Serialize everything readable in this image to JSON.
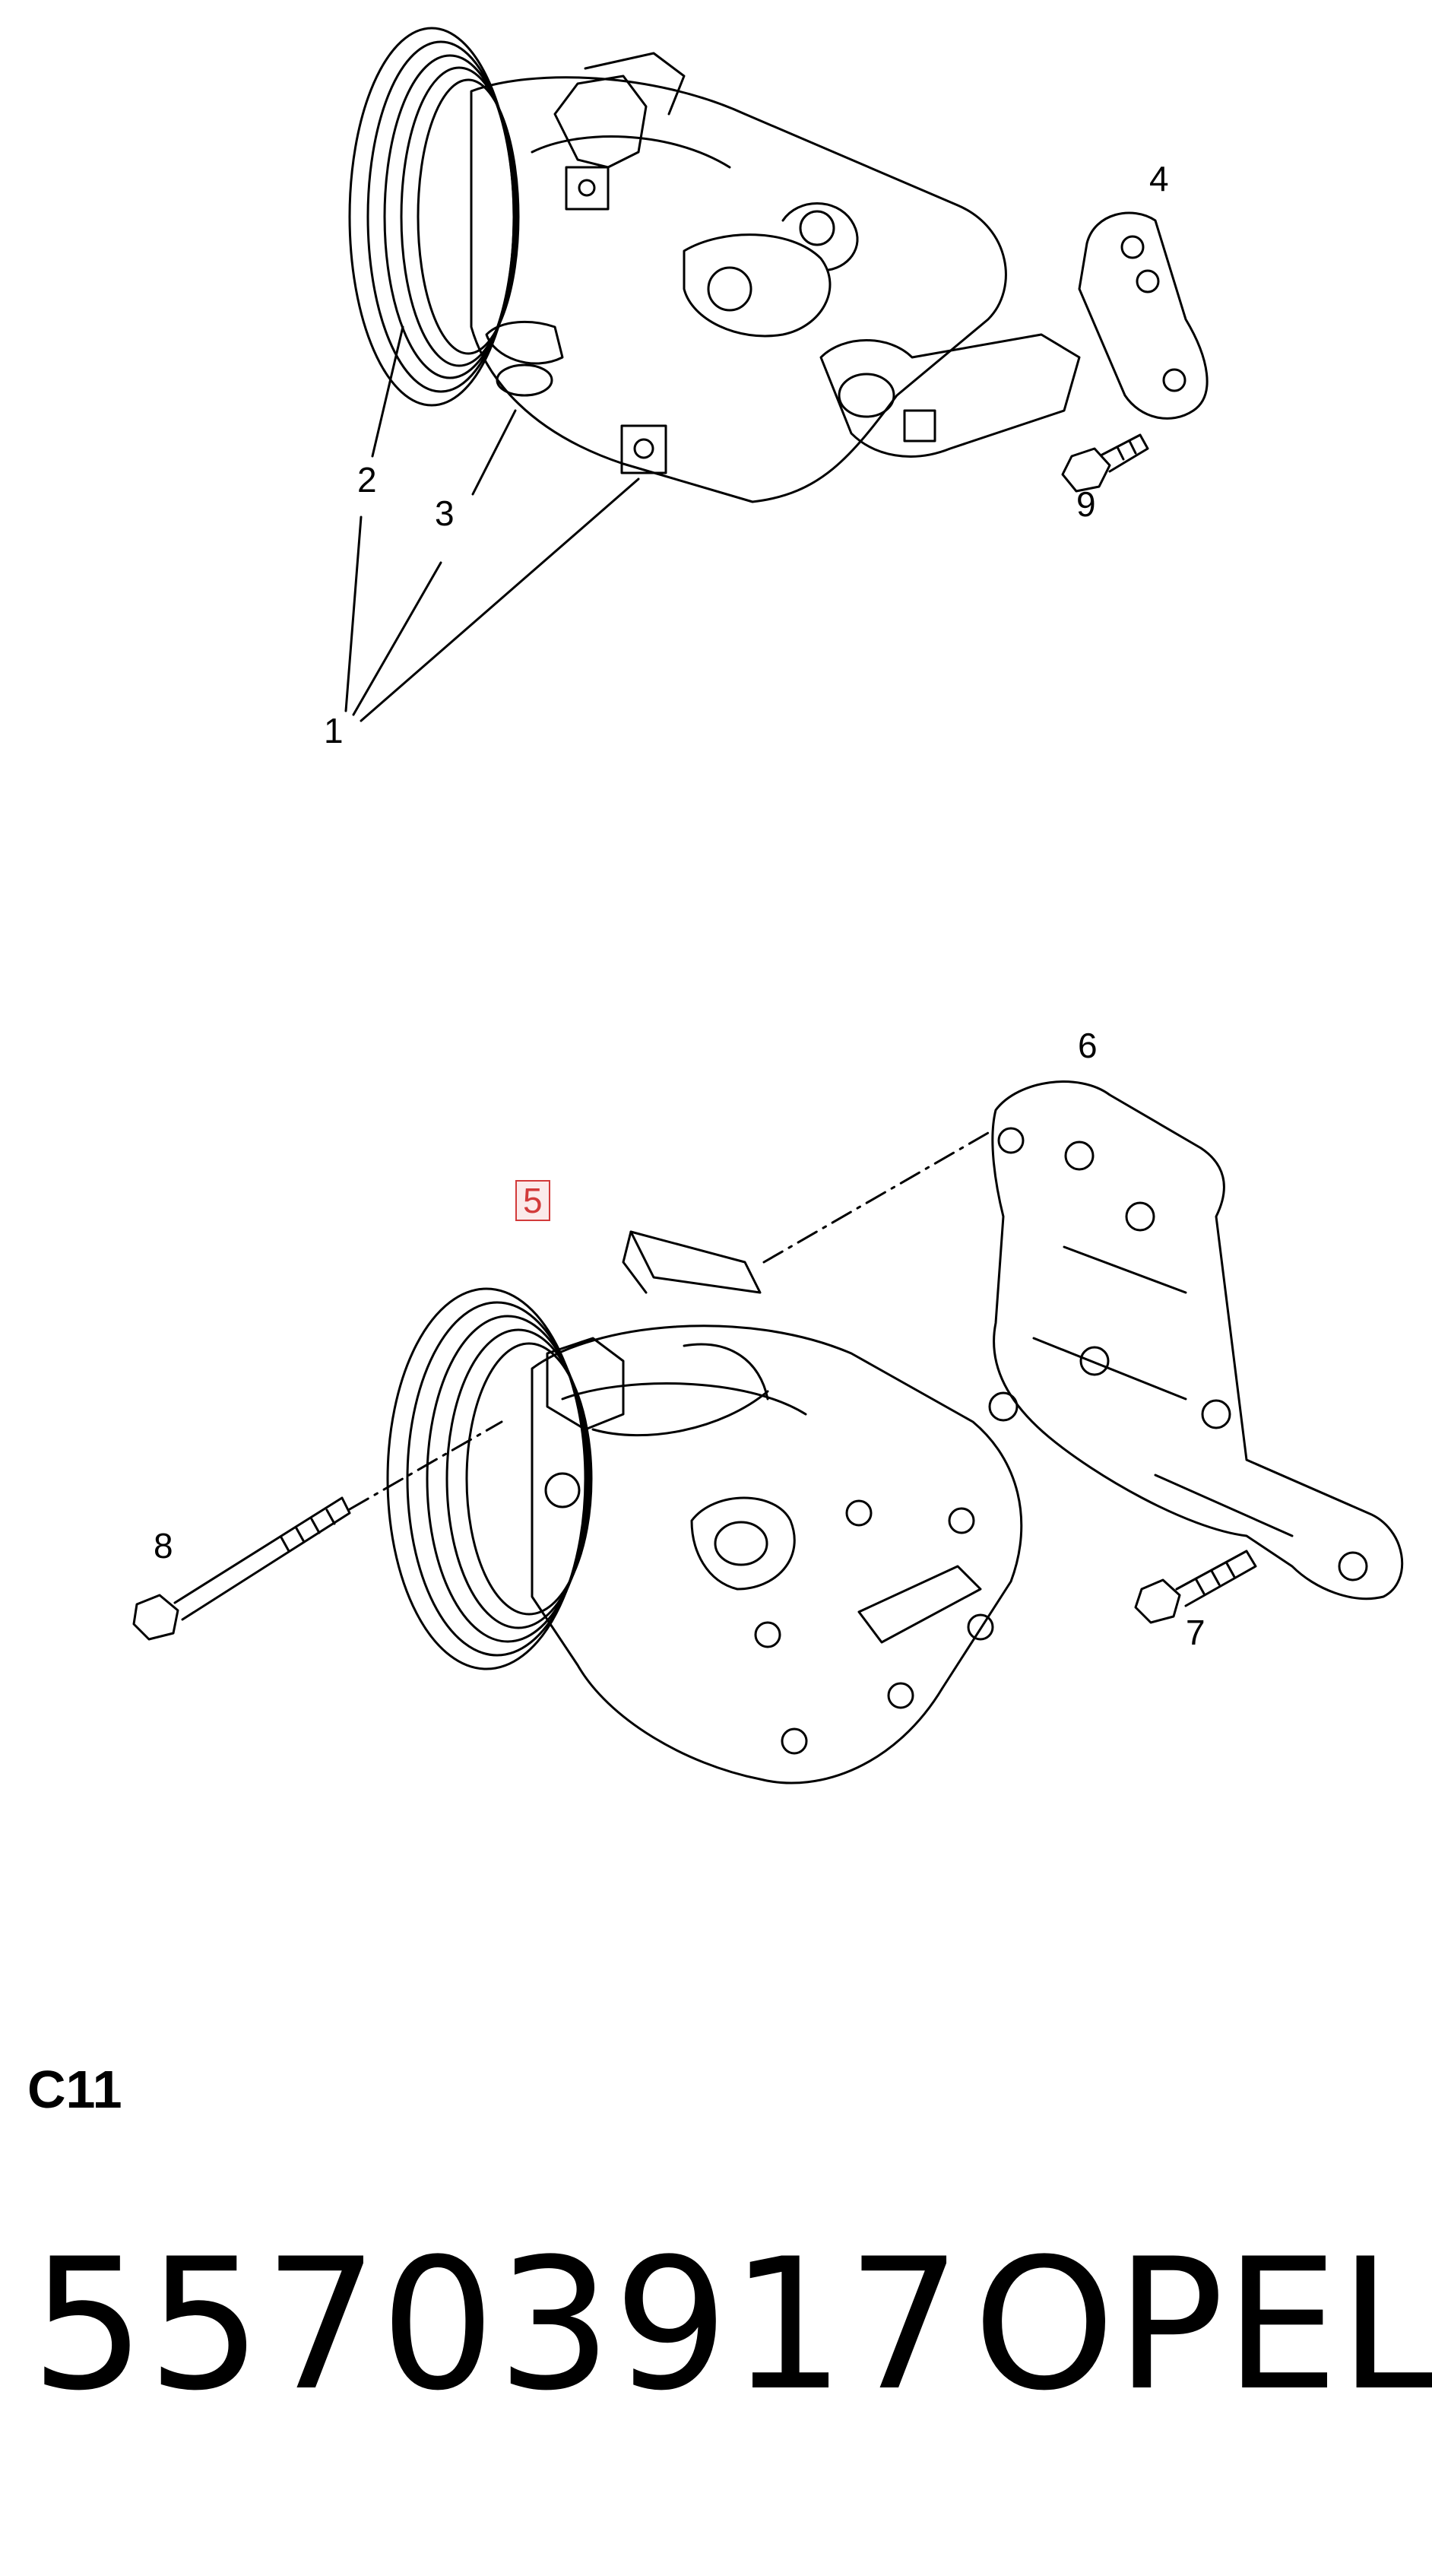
{
  "callouts": {
    "c1": "1",
    "c2": "2",
    "c3": "3",
    "c4": "4",
    "c5": "5",
    "c6": "6",
    "c7": "7",
    "c8": "8",
    "c9": "9"
  },
  "section_code": "C11",
  "part_number": "55703917",
  "brand": "OPEL",
  "colors": {
    "line": "#000000",
    "highlight": "#d23a3a"
  }
}
